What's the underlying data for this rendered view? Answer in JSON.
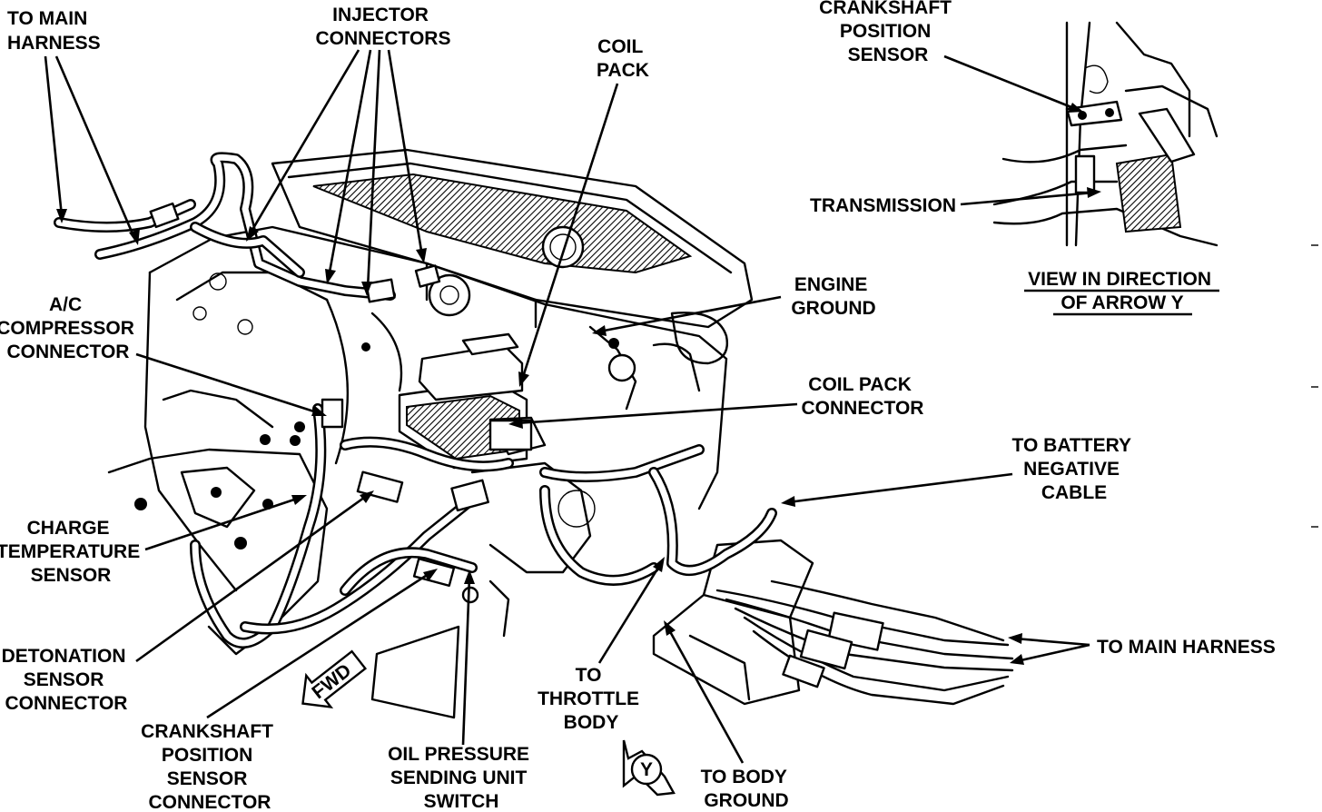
{
  "labels": {
    "to_main_harness_top": [
      "TO MAIN",
      "HARNESS"
    ],
    "injector_connectors": [
      "INJECTOR",
      "CONNECTORS"
    ],
    "coil_pack": [
      "COIL",
      "PACK"
    ],
    "crankshaft_position_sensor": [
      "CRANKSHAFT",
      "POSITION",
      "SENSOR"
    ],
    "transmission": "TRANSMISSION",
    "view_in_direction": [
      "VIEW IN DIRECTION",
      "OF ARROW Y"
    ],
    "engine_ground": [
      "ENGINE",
      "GROUND"
    ],
    "coil_pack_connector": [
      "COIL PACK",
      "CONNECTOR"
    ],
    "ac_compressor_connector": [
      "A/C",
      "COMPRESSOR",
      "CONNECTOR"
    ],
    "to_battery_negative_cable": [
      "TO BATTERY",
      "NEGATIVE",
      "CABLE"
    ],
    "charge_temperature_sensor": [
      "CHARGE",
      "TEMPERATURE",
      "SENSOR"
    ],
    "to_main_harness_right": "TO MAIN HARNESS",
    "detonation_sensor_connector": [
      "DETONATION",
      "SENSOR",
      "CONNECTOR"
    ],
    "to_throttle_body": [
      "TO",
      "THROTTLE",
      "BODY"
    ],
    "crankshaft_position_sensor_connector": [
      "CRANKSHAFT",
      "POSITION",
      "SENSOR",
      "CONNECTOR"
    ],
    "oil_pressure_sending_unit_switch": [
      "OIL PRESSURE",
      "SENDING UNIT",
      "SWITCH"
    ],
    "to_body_ground": [
      "TO BODY",
      "GROUND"
    ],
    "fwd_arrow": "FWD",
    "y_arrow": "Y"
  }
}
